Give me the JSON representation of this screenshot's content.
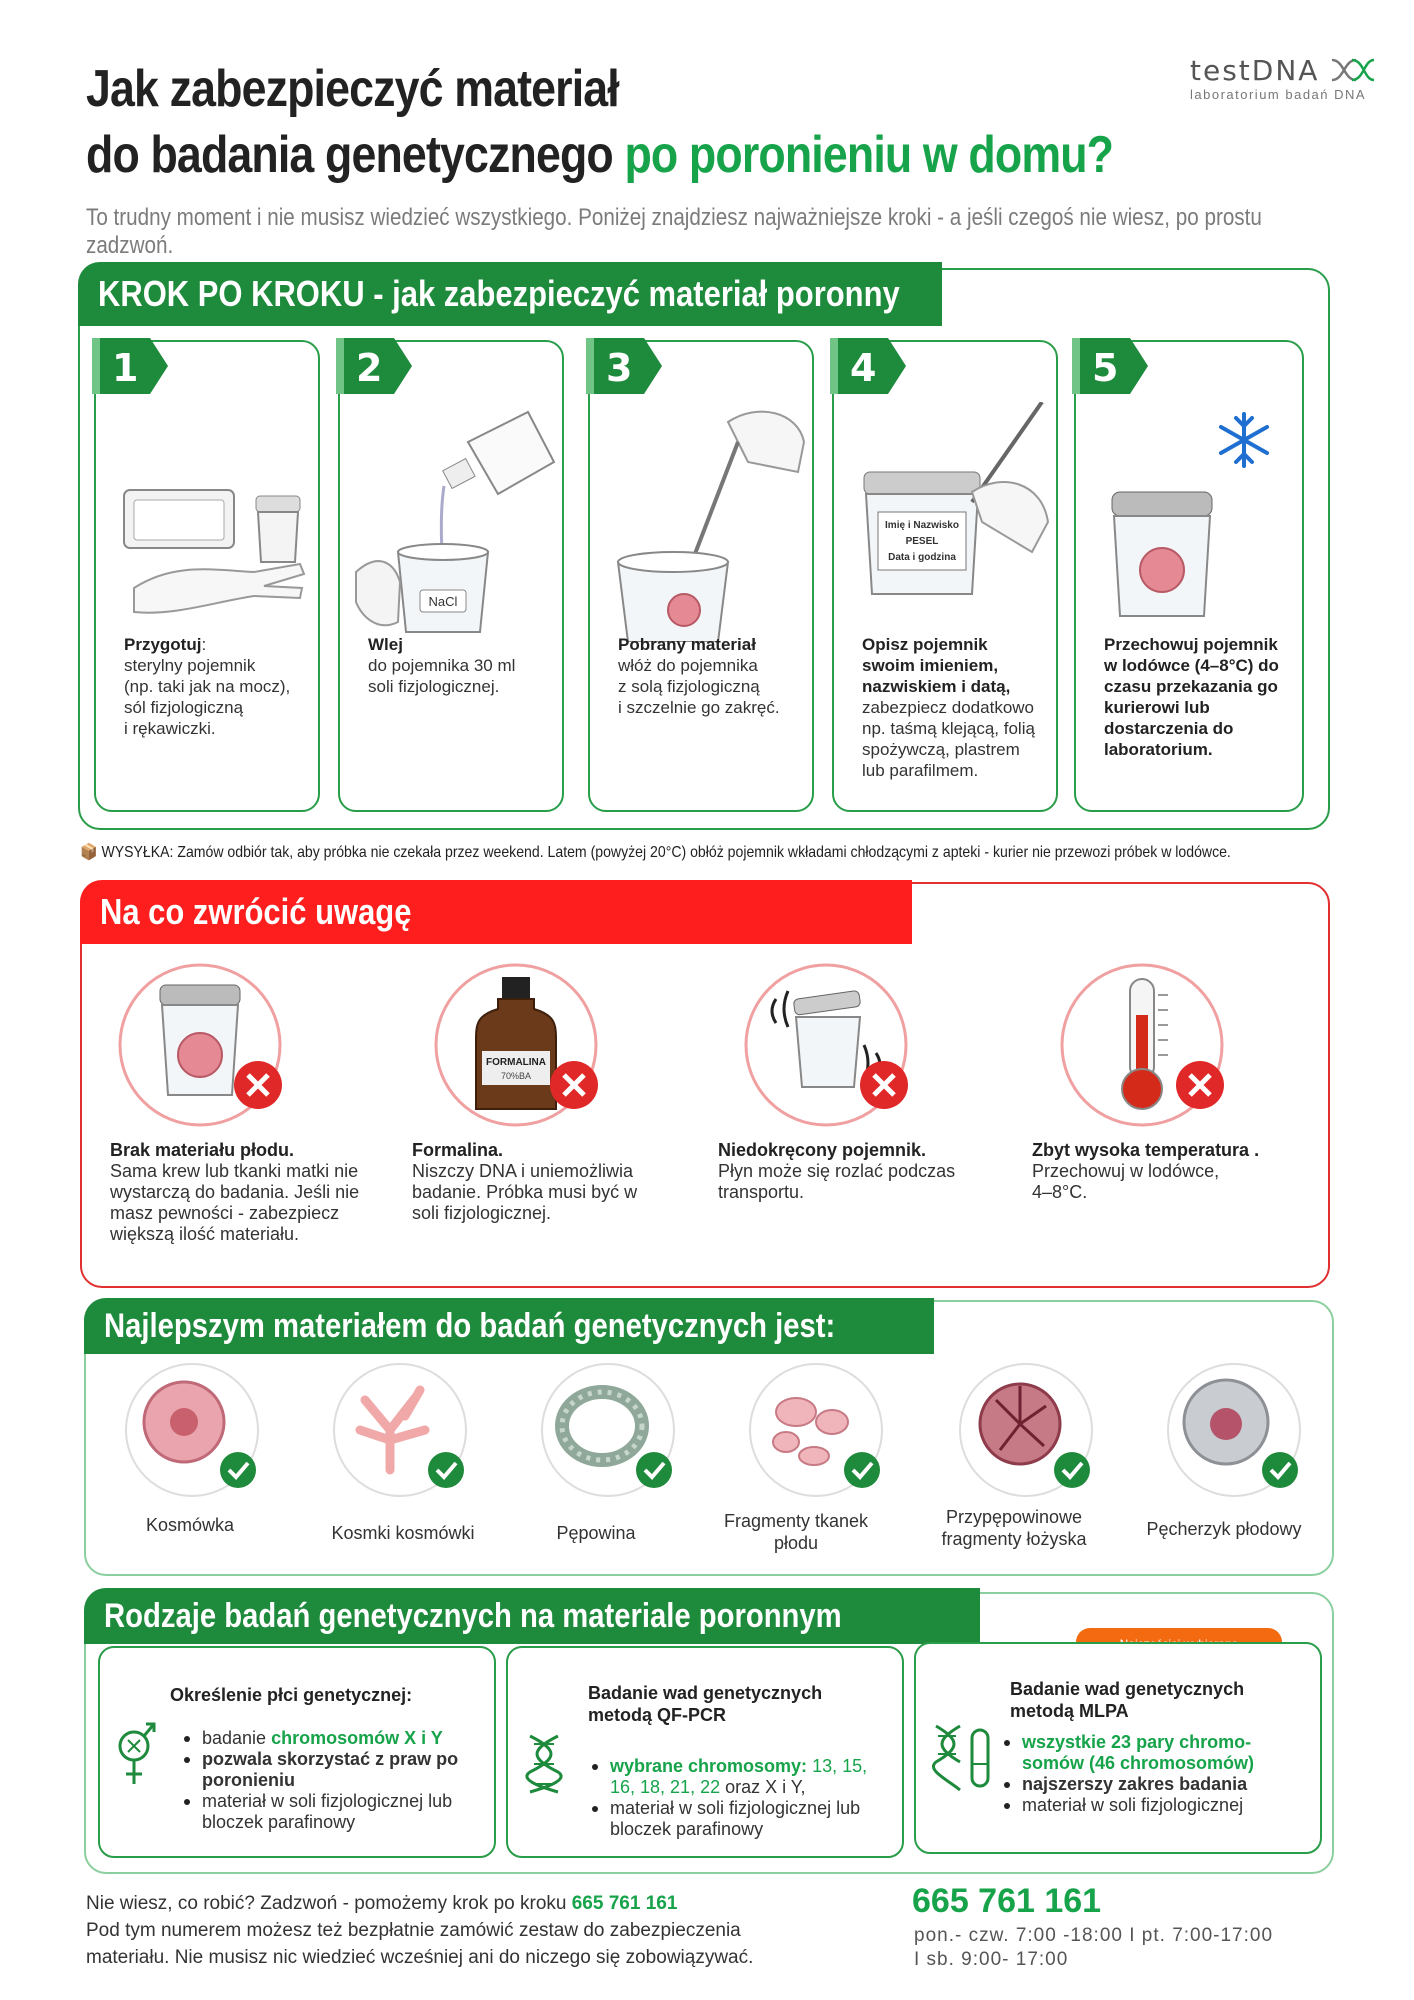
{
  "header": {
    "title_line1": "Jak zabezpieczyć materiał",
    "title_line2_black": "do badania genetycznego",
    "title_line2_green": "po poronieniu w domu?",
    "subtitle": "To trudny moment i nie musisz wiedzieć wszystkiego. Poniżej znajdziesz najważniejsze kroki - a jeśli czegoś nie wiesz, po prostu zadzwoń."
  },
  "logo": {
    "brand": "testDNA",
    "tagline": "laboratorium badań DNA"
  },
  "steps_section": {
    "title": "KROK PO KROKU - jak zabezpieczyć materiał poronny",
    "steps": [
      {
        "num": "1",
        "bold": "Przygotuj",
        "rest": ":\nsterylny pojemnik\n(np. taki jak na mocz),\nsól fizjologiczną\ni rękawiczki."
      },
      {
        "num": "2",
        "bold": "Wlej",
        "rest": "\ndo pojemnika 30 ml\nsoli fizjologicznej.",
        "label": "NaCl"
      },
      {
        "num": "3",
        "bold": "Pobrany materiał",
        "rest": "\nwłóż do pojemnika\nz solą fizjologiczną\ni szczelnie go zakręć."
      },
      {
        "num": "4",
        "bold": "Opisz pojemnik\nswoim imieniem,\nnazwiskiem i datą,",
        "rest": "\nzabezpiecz dodatkowo\nnp. taśmą klejącą, folią\nspożywczą, plastrem\nlub parafilmem.",
        "label_l1": "Imię i Nazwisko",
        "label_l2": "PESEL",
        "label_l3": "Data i godzina"
      },
      {
        "num": "5",
        "bold": "Przechowuj pojemnik\nw lodówce (4–8°C) do\nczasu przekazania go\nkurierowi lub\ndostarczenia do\nlaboratorium.",
        "rest": ""
      }
    ]
  },
  "shipping": "📦 WYSYŁKA: Zamów odbiór tak, aby próbka nie czekała przez weekend. Latem (powyżej 20°C) obłóż pojemnik wkładami chłodzącymi z apteki - kurier nie przewozi próbek w lodówce.",
  "warnings_section": {
    "title": "Na co zwrócić uwagę",
    "items": [
      {
        "bold": "Brak materiału płodu.",
        "rest": "Sama krew lub tkanki matki nie wystarczą do badania. Jeśli nie masz pewności - zabezpiecz większą ilość materiału."
      },
      {
        "bold": "Formalina.",
        "rest": "Niszczy DNA i uniemożliwia badanie. Próbka musi być w soli fizjologicznej.",
        "bottle_label": "FORMALINA",
        "bottle_sub": "70%BA"
      },
      {
        "bold": "Niedokręcony pojemnik.",
        "rest": "Płyn może się rozlać podczas transportu."
      },
      {
        "bold": "Zbyt wysoka temperatura .",
        "rest": "Przechowuj w lodówce, 4–8°C."
      }
    ]
  },
  "best_section": {
    "title": "Najlepszym materiałem do badań genetycznych jest:",
    "items": [
      "Kosmówka",
      "Kosmki kosmówki",
      "Pępowina",
      "Fragmenty tkanek\npłodu",
      "Przypępowinowe\nfragmenty łożyska",
      "Pęcherzyk płodowy"
    ]
  },
  "tests_section": {
    "title": "Rodzaje badań genetycznych na materiale poronnym",
    "badge": "Najczęściej wybierane",
    "tests": [
      {
        "title": "Określenie płci genetycznej:",
        "b1_pre": "badanie ",
        "b1_green": "chromosomów X i Y",
        "b2": "pozwala skorzystać z praw po poronieniu",
        "b3": "materiał w soli fizjologicznej lub bloczek parafinowy"
      },
      {
        "title": "Badanie wad genetycznych metodą QF-PCR",
        "b1_green": "wybrane chromosomy:",
        "b1_nums": " 13, 15, 16, 18, 21, 22",
        "b1_post": " oraz X i Y,",
        "b2": "materiał w soli fizjologicznej lub bloczek parafinowy"
      },
      {
        "title": "Badanie wad genetycznych metodą MLPA",
        "b1_green": "wszystkie 23 pary chromo-somów (46 chromosomów)",
        "b2": "najszerszy zakres badania",
        "b3": "materiał w soli fizjologicznej"
      }
    ]
  },
  "footer": {
    "line1_pre": "Nie wiesz, co robić? Zadzwoń - pomożemy krok po kroku ",
    "line1_phone": "665 761 161",
    "line2": "Pod tym numerem możesz też bezpłatnie zamówić zestaw do zabezpieczenia materiału. Nie musisz nic wiedzieć wcześniej ani do niczego się zobowiązywać.",
    "phone": "665 761 161",
    "hours1": "pon.- czw. 7:00 -18:00 I pt. 7:00-17:00",
    "hours2": "I sb. 9:00- 17:00"
  }
}
